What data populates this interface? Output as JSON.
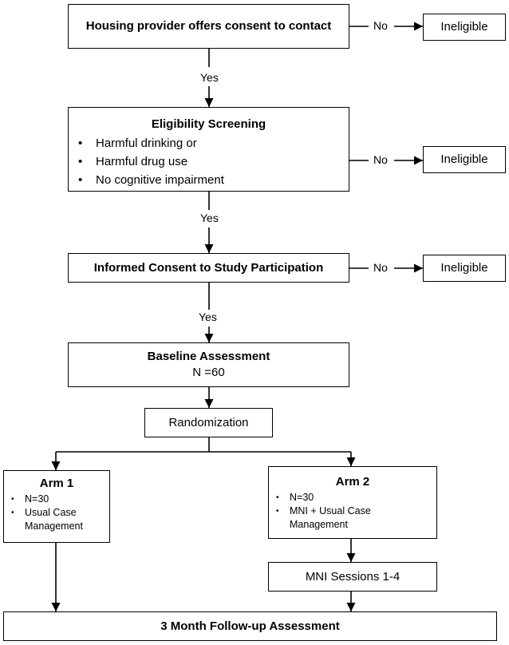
{
  "consent_contact": {
    "title": "Housing provider offers consent to contact"
  },
  "screening": {
    "title": "Eligibility Screening",
    "items": [
      "Harmful drinking or",
      "Harmful drug use",
      "No cognitive impairment"
    ]
  },
  "informed_consent": {
    "title": "Informed Consent to Study Participation"
  },
  "baseline": {
    "title": "Baseline Assessment",
    "n": "N =60"
  },
  "randomization": {
    "title": "Randomization"
  },
  "arm1": {
    "title": "Arm 1",
    "items": [
      "N=30",
      "Usual Case Management"
    ]
  },
  "arm2": {
    "title": "Arm 2",
    "items": [
      "N=30",
      "MNI + Usual Case Management"
    ]
  },
  "mni_sessions": {
    "title": "MNI Sessions 1-4"
  },
  "followup": {
    "title": "3 Month Follow-up Assessment"
  },
  "ineligible": [
    "Ineligible",
    "Ineligible",
    "Ineligible"
  ],
  "labels": {
    "yes": [
      "Yes",
      "Yes",
      "Yes"
    ],
    "no": [
      "No",
      "No",
      "No"
    ]
  }
}
